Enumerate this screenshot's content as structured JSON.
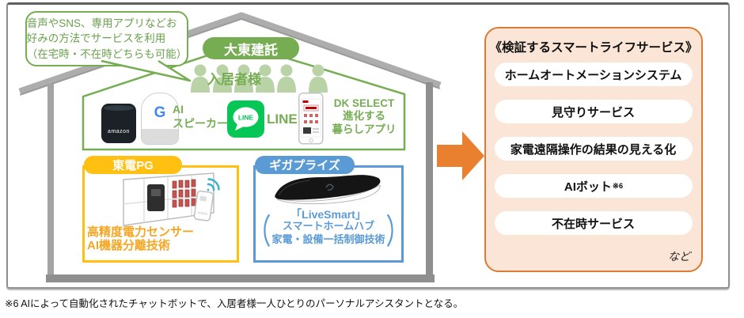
{
  "speech_bubble": {
    "lines": [
      "音声やSNS、専用アプリなどお",
      "好みの方法でサービスを利用",
      "（在宅時・不在時どちらも可能）"
    ]
  },
  "house": {
    "company_label": "大東建託",
    "residents_label": "入居者様",
    "interface_row": {
      "echo_brand": "amazon",
      "google_letter": "G",
      "ai_speaker_lines": [
        "AI",
        "スピーカー"
      ],
      "line_icon_text": "LINE",
      "line_label": "LINE",
      "dk_app_lines": [
        "DK SELECT",
        "進化する",
        "暮らしアプリ"
      ]
    },
    "tepco_box": {
      "label": "東電PG",
      "desc_lines": [
        "高精度電力センサー",
        "AI機器分離技術"
      ]
    },
    "gigaprize_box": {
      "label": "ギガプライズ",
      "product_name": "「LiveSmart」",
      "desc_lines": [
        "スマートホームハブ",
        "家電・設備一括制御技術"
      ]
    }
  },
  "services_panel": {
    "title": "《検証するスマートライフサービス》",
    "items": [
      {
        "text": "ホームオートメーションシステム",
        "sup": ""
      },
      {
        "text": "見守りサービス",
        "sup": ""
      },
      {
        "text": "家電遠隔操作の結果の見える化",
        "sup": ""
      },
      {
        "text": "AIボット",
        "sup": "※6"
      },
      {
        "text": "不在時サービス",
        "sup": ""
      }
    ],
    "etc_label": "など"
  },
  "footnote": "※6 AIによって自動化されたチャットボットで、入居者様一人ひとりのパーソナルアシスタントとなる。",
  "colors": {
    "green": "#76AD53",
    "people_green": "#B9D3A6",
    "line_green": "#06C755",
    "tepco_yellow": "#FFC012",
    "tepco_text_orange": "#F5A623",
    "gigaprize_blue": "#5B9BD5",
    "arrow_orange": "#E8802F",
    "panel_border_orange": "#DD7A33",
    "panel_fill_peach": "#FBE5D6",
    "house_gray": "#A3A3A3"
  }
}
